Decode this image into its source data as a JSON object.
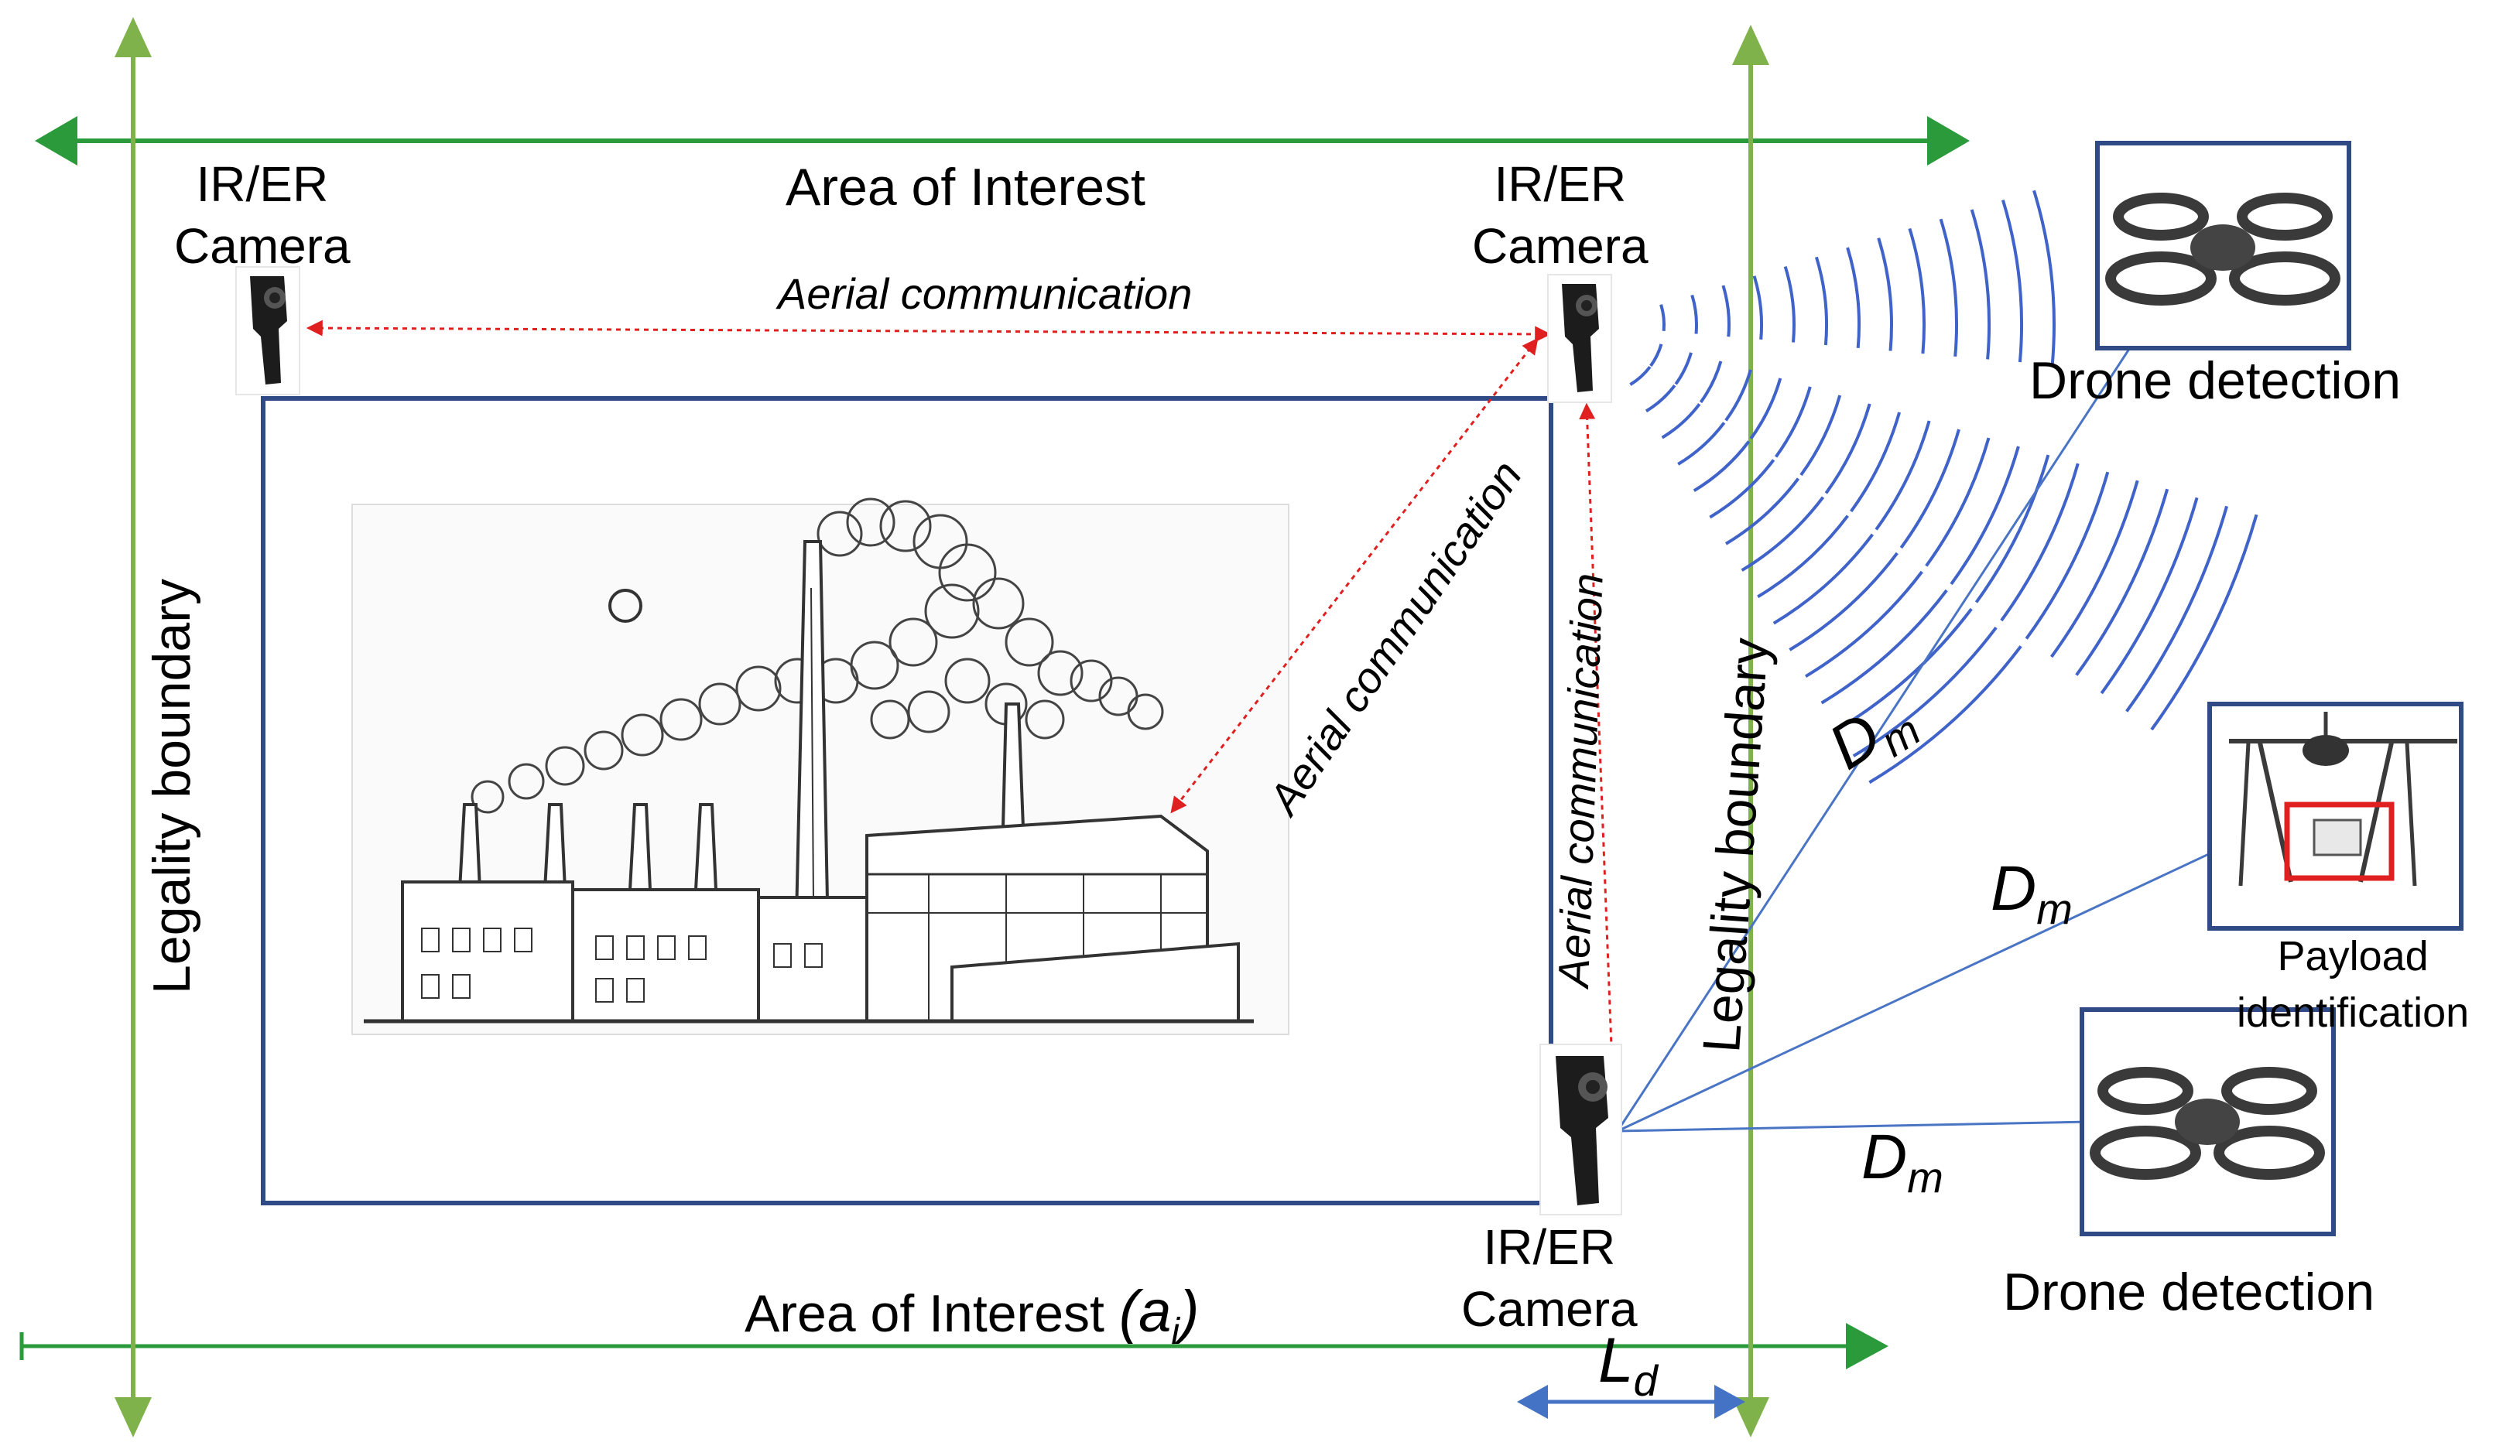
{
  "labels": {
    "area_top": "Area of Interest",
    "area_bottom": "Area of Interest",
    "area_bottom_symbol": "a",
    "area_bottom_subscript": "i",
    "camera_line1": "IR/ER",
    "camera_line2": "Camera",
    "aerial_comm": "Aerial communication",
    "aerial_comm_vertical": "Aerial communication",
    "legality_left": "Legality boundary",
    "legality_right": "Legality boundary",
    "drone_detection": "Drone detection",
    "payload_line1": "Payload",
    "payload_line2": "identification",
    "dm_symbol": "D",
    "dm_subscript": "m",
    "ld_symbol": "L",
    "ld_subscript": "d"
  },
  "icons": {
    "camera": "thermal-camera-icon",
    "drone": "quadcopter-drone-icon",
    "payload_drone": "payload-drone-icon",
    "factory": "factory-sketch-icon"
  },
  "colors": {
    "boundary_arrow": "#7fb24a",
    "boundary_arrow_dark": "#2a9a3a",
    "area_box": "#2f4a84",
    "comm_arrow": "#e02020",
    "signal_wave": "#3f63c8",
    "range_line": "#4a74c4",
    "ld_arrow": "#4472c4",
    "payload_box": "#e02020"
  }
}
